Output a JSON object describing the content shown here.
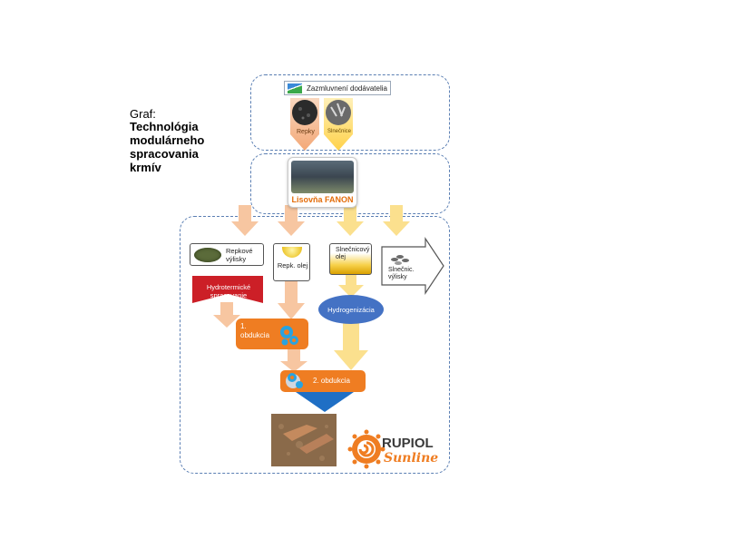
{
  "graph": {
    "label": "Graf:",
    "title": "Technológia modulárneho spracovania krmív"
  },
  "supplier": {
    "label": "Zazmluvnení dodávatelia"
  },
  "inputs": {
    "rapeseed": "Repky",
    "sunflower": "Slnečnice"
  },
  "press": {
    "label": "Lisovňa FANON"
  },
  "products": {
    "rapeseed_cake": "Repkové výlisky",
    "rapeseed_oil": "Repk. olej",
    "sunflower_oil": "Slnečnicový olej",
    "sunflower_cake": "Slnečnic. výlisky"
  },
  "processes": {
    "hydrothermal": "Hydrotermické spracovanie",
    "hydrogenation": "Hydrogenizácia",
    "coating_1": "1. obdukcia",
    "coating_2": "2. obdukcia"
  },
  "logo": {
    "name": "RUPIOL",
    "script": "Sunline"
  },
  "colors": {
    "dashed_border": "#5b7fb3",
    "orange_arrow": "#f7c6a1",
    "yellow_arrow": "#fbe08e",
    "press_label": "#e36c09",
    "process_orange": "#ef7d22",
    "hydrothermal_red": "#cc1f27",
    "hydrogenation_blue": "#4472c4"
  }
}
